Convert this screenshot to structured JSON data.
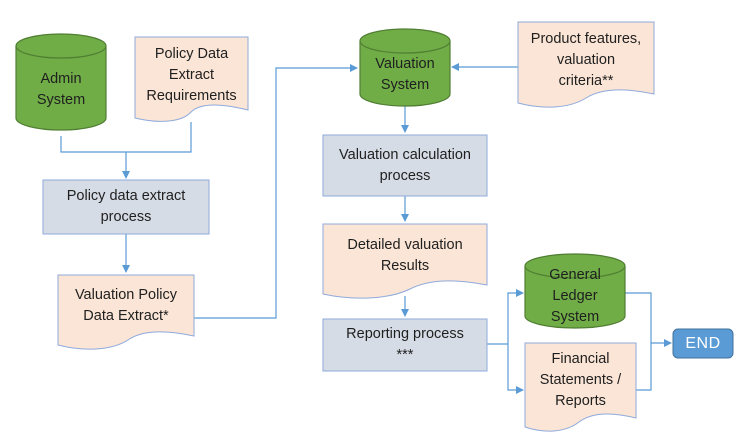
{
  "colors": {
    "cylinder_fill": "#70ad47",
    "cylinder_stroke": "#507e32",
    "process_fill": "#d6dce5",
    "document_fill": "#fbe5d6",
    "shape_stroke": "#8faadc",
    "connector": "#5b9bd5",
    "end_fill": "#5b9bd5"
  },
  "nodes": {
    "admin_system": {
      "line1": "Admin",
      "line2": "System"
    },
    "policy_req": {
      "line1": "Policy Data",
      "line2": "Extract",
      "line3": "Requirements"
    },
    "extract_process": {
      "line1": "Policy data extract",
      "line2": "process"
    },
    "valuation_extract": {
      "line1": "Valuation Policy",
      "line2": "Data Extract*"
    },
    "valuation_system": {
      "line1": "Valuation",
      "line2": "System"
    },
    "product_features": {
      "line1": "Product features,",
      "line2": "valuation",
      "line3": "criteria**"
    },
    "calc_process": {
      "line1": "Valuation calculation",
      "line2": "process"
    },
    "detailed_results": {
      "line1": "Detailed valuation",
      "line2": "Results"
    },
    "reporting_process": {
      "line1": "Reporting process",
      "line2": "***"
    },
    "general_ledger": {
      "line1": "General",
      "line2": "Ledger",
      "line3": "System"
    },
    "financial_statements": {
      "line1": "Financial",
      "line2": "Statements /",
      "line3": "Reports"
    },
    "end": {
      "label": "END"
    }
  }
}
